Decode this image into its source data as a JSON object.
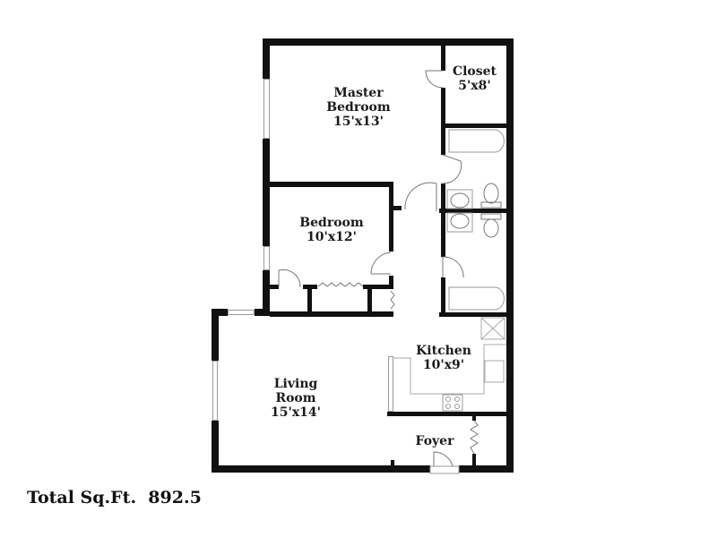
{
  "floorplan": {
    "rooms": [
      {
        "id": "master-bedroom",
        "name_line1": "Master",
        "name_line2": "Bedroom",
        "dimensions": "15'x13'"
      },
      {
        "id": "closet",
        "name_line1": "Closet",
        "dimensions": "5'x8'"
      },
      {
        "id": "bedroom",
        "name_line1": "Bedroom",
        "dimensions": "10'x12'"
      },
      {
        "id": "kitchen",
        "name_line1": "Kitchen",
        "dimensions": "10'x9'"
      },
      {
        "id": "living-room",
        "name_line1": "Living",
        "name_line2": "Room",
        "dimensions": "15'x14'"
      },
      {
        "id": "foyer",
        "name_line1": "Foyer"
      }
    ],
    "fixtures": [
      "bathtub",
      "bathtub",
      "sink",
      "sink",
      "toilet",
      "toilet",
      "stove",
      "kitchen-sink",
      "refrigerator-space"
    ],
    "colors": {
      "wall": "#111111",
      "fixture_line": "#888888",
      "background": "#ffffff"
    }
  },
  "summary": {
    "total_label": "Total Sq.Ft.",
    "total_value": "892.5"
  }
}
